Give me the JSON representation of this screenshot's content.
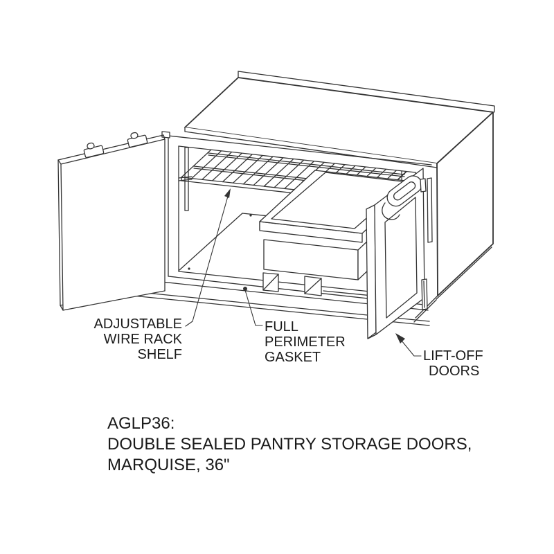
{
  "figure": {
    "type": "technical-line-drawing",
    "subject": "Isometric cutaway drawing of a double sealed pantry storage cabinet: left door swung open, right lift-off door removed and tilted forward, adjustable wire rack shelf and storage bin inside"
  },
  "colors": {
    "background": "#ffffff",
    "line": "#333333",
    "text": "#1a1a1a"
  },
  "callouts": {
    "shelf": {
      "lines": [
        "ADJUSTABLE",
        "WIRE RACK",
        "SHELF"
      ]
    },
    "gasket": {
      "lines": [
        "FULL",
        "PERIMETER",
        "GASKET"
      ]
    },
    "doors": {
      "lines": [
        "LIFT-OFF",
        "DOORS"
      ]
    }
  },
  "caption": {
    "lines": [
      "AGLP36:",
      "DOUBLE SEALED PANTRY STORAGE DOORS,",
      "MARQUISE, 36\""
    ]
  }
}
